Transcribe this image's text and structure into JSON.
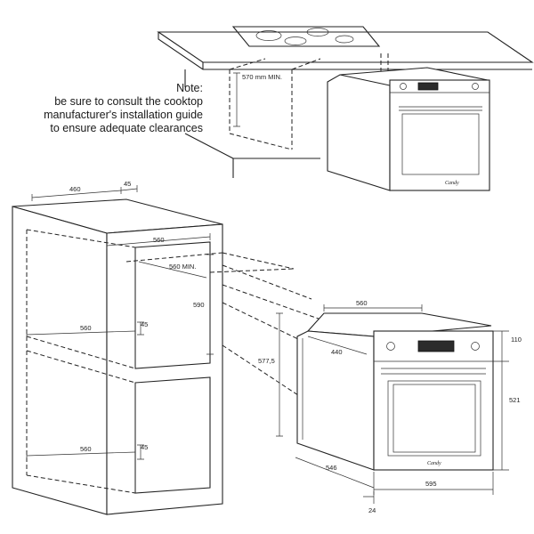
{
  "note": {
    "lines": [
      "Note:",
      "be sure to consult the cooktop",
      "manufacturer's installation guide",
      "to ensure adequate clearances"
    ]
  },
  "top_view": {
    "clearance_label": "570 mm MIN.",
    "brand": "Candy"
  },
  "cabinet": {
    "depth_460": "460",
    "top_45": "45",
    "width_560_top": "560",
    "depth_560_min": "560 MIN.",
    "height_590": "590",
    "width_560_mid": "560",
    "gap_45_mid": "45",
    "width_560_bottom": "560",
    "gap_45_bottom": "45"
  },
  "oven": {
    "height_577": "577,5",
    "width_560": "560",
    "depth_440": "440",
    "panel_110": "110",
    "body_521": "521",
    "depth_546": "546",
    "width_595": "595",
    "front_24": "24",
    "brand": "Candy"
  }
}
